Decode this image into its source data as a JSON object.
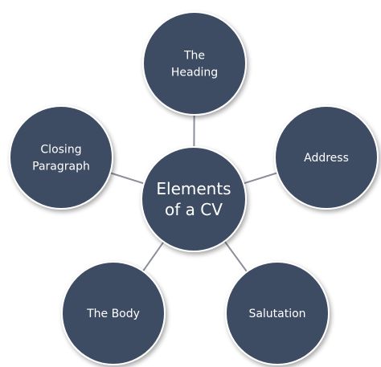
{
  "colors": {
    "node_fill": "#3e4b64",
    "node_shadow": "#c7c9cf",
    "connector": "#8a8f99",
    "text": "#ffffff"
  },
  "center": {
    "label": [
      "Elements",
      "of a CV"
    ]
  },
  "nodes": [
    {
      "id": "heading",
      "label": [
        "The",
        "Heading"
      ]
    },
    {
      "id": "address",
      "label": [
        "Address"
      ]
    },
    {
      "id": "salutation",
      "label": [
        "Salutation"
      ]
    },
    {
      "id": "body",
      "label": [
        "The Body"
      ]
    },
    {
      "id": "closing",
      "label": [
        "Closing",
        "Paragraph"
      ]
    }
  ]
}
